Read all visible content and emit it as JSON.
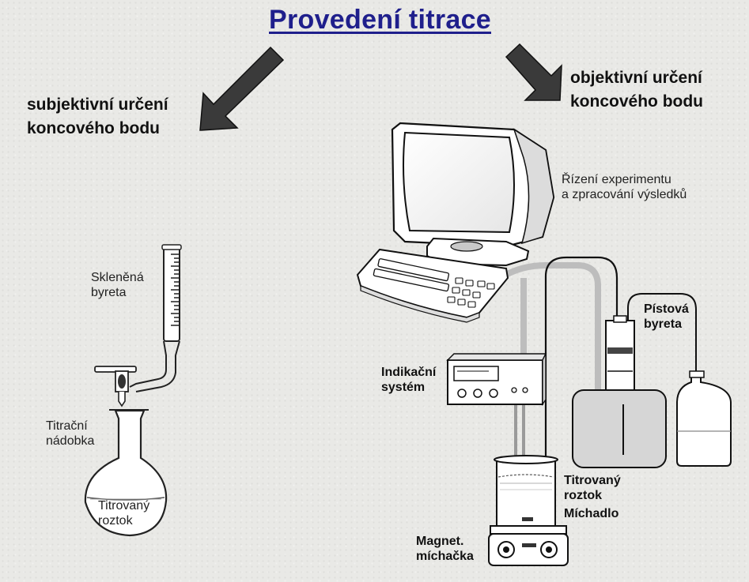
{
  "title": "Provedení titrace",
  "left": {
    "heading": [
      "subjektivní určení",
      "koncového bodu"
    ],
    "labels": {
      "burette": [
        "Skleněná",
        "byreta"
      ],
      "vessel": [
        "Titrační",
        "nádobka"
      ],
      "solution": [
        "Titrovaný",
        "roztok"
      ]
    }
  },
  "right": {
    "heading": [
      "objektivní určení",
      "koncového bodu"
    ],
    "labels": {
      "computer": [
        "Řízení experimentu",
        "a zpracování výsledků"
      ],
      "piston_burette": [
        "Pístová",
        "byreta"
      ],
      "indication": [
        "Indikační",
        "systém"
      ],
      "solution": [
        "Titrovaný",
        "roztok"
      ],
      "stirrer_bar": "Míchadlo",
      "stirrer": [
        "Magnet.",
        "míchačka"
      ]
    }
  },
  "icons": [
    "arrow-left-icon",
    "arrow-right-icon"
  ]
}
